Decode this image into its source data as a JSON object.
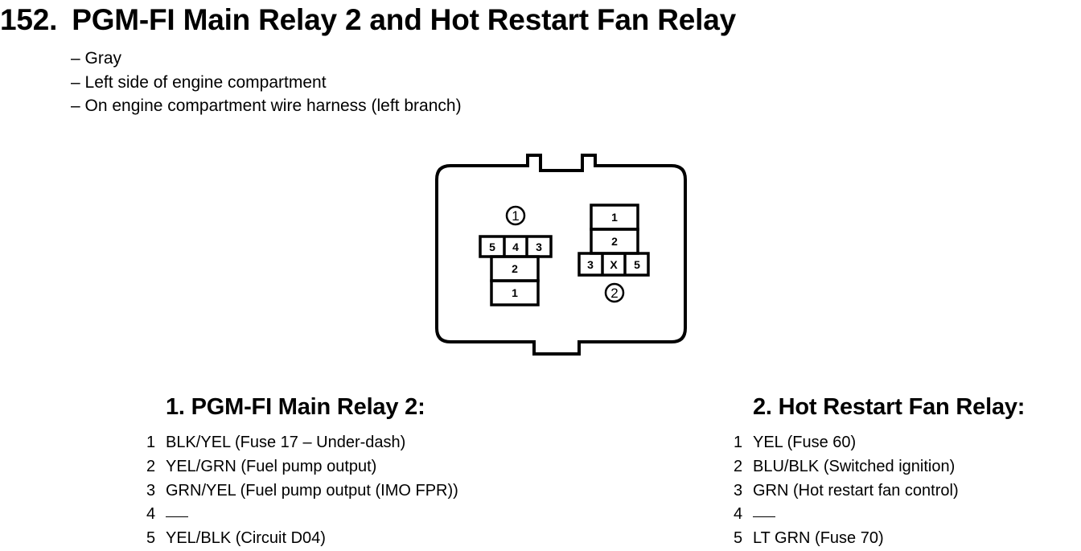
{
  "header": {
    "number": "152.",
    "title": "PGM-FI Main Relay 2 and Hot Restart Fan Relay"
  },
  "notes": [
    "– Gray",
    "– Left side of engine compartment",
    "– On engine compartment wire harness (left branch)"
  ],
  "diagram": {
    "socket1": {
      "label": "1",
      "top_row": [
        "5",
        "4",
        "3"
      ],
      "pin_mid": "2",
      "pin_bottom": "1"
    },
    "socket2": {
      "label": "2",
      "pin_top": "1",
      "pin_mid": "2",
      "bottom_row": [
        "3",
        "X",
        "5"
      ]
    }
  },
  "relay1": {
    "title": "1. PGM-FI Main Relay 2:",
    "pins": [
      {
        "num": "1",
        "desc": "BLK/YEL (Fuse 17 – Under-dash)"
      },
      {
        "num": "2",
        "desc": "YEL/GRN (Fuel pump output)"
      },
      {
        "num": "3",
        "desc": "GRN/YEL (Fuel pump output (IMO FPR))"
      },
      {
        "num": "4",
        "desc": ""
      },
      {
        "num": "5",
        "desc": "YEL/BLK (Circuit D04)"
      }
    ]
  },
  "relay2": {
    "title": "2. Hot Restart Fan Relay:",
    "pins": [
      {
        "num": "1",
        "desc": "YEL (Fuse 60)"
      },
      {
        "num": "2",
        "desc": "BLU/BLK (Switched ignition)"
      },
      {
        "num": "3",
        "desc": "GRN (Hot restart fan control)"
      },
      {
        "num": "4",
        "desc": ""
      },
      {
        "num": "5",
        "desc": "LT GRN (Fuse 70)"
      }
    ]
  }
}
